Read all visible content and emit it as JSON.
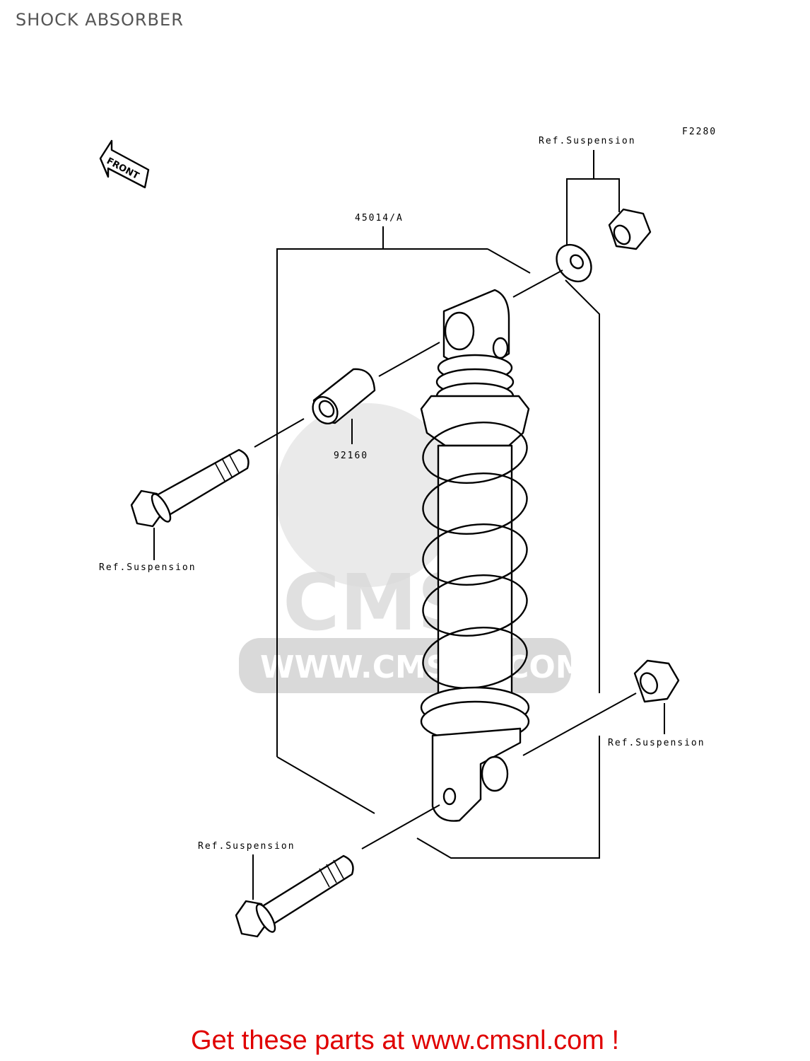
{
  "page": {
    "title": "SHOCK ABSORBER",
    "figure_code": "F2280"
  },
  "orientation": {
    "label": "FRONT"
  },
  "callouts": {
    "shock_absorber": "45014/A",
    "collar": "92160",
    "ref_top_right": "Ref.Suspension",
    "ref_left_bolt": "Ref.Suspension",
    "ref_lower_right": "Ref.Suspension",
    "ref_lower_bolt": "Ref.Suspension"
  },
  "watermark": {
    "logo_text": "CMS",
    "url_text": "WWW.CMSNL.COM"
  },
  "footer": {
    "link_text": "Get these parts at www.cmsnl.com !",
    "color": "#e00000"
  }
}
